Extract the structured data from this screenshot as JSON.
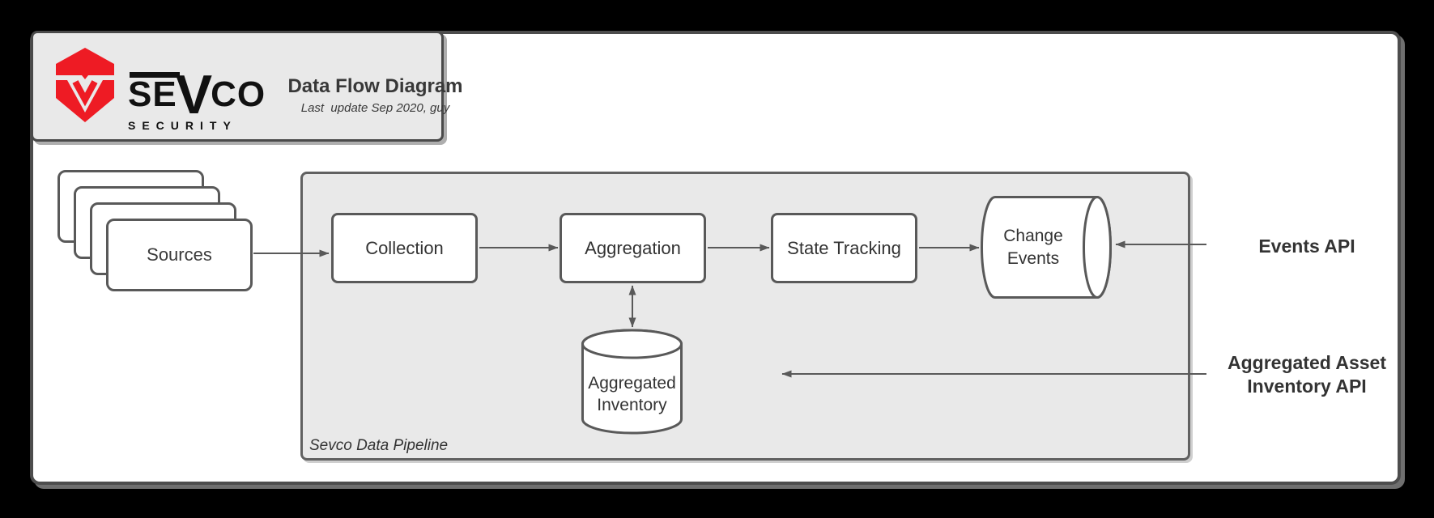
{
  "header": {
    "title": "Data Flow Diagram",
    "subtitle": "Last  update Sep 2020, guy",
    "logo": {
      "icon": "sevco-shield-icon",
      "word_se": "SE",
      "word_v": "V",
      "word_co": "CO",
      "tagline": "SECURITY"
    }
  },
  "diagram": {
    "sources_label": "Sources",
    "pipeline_label": "Sevco Data Pipeline",
    "nodes": {
      "collection": "Collection",
      "aggregation": "Aggregation",
      "state_tracking": "State Tracking",
      "change_events": "Change Events",
      "aggregated_inventory": "Aggregated Inventory"
    },
    "api_labels": {
      "events": "Events API",
      "inventory": "Aggregated Asset Inventory API"
    },
    "arrows": [
      "sources-to-collection",
      "collection-to-aggregation",
      "aggregation-to-state-tracking",
      "state-tracking-to-change-events",
      "events-api-to-change-events",
      "inventory-api-from-pipeline",
      "aggregation-to-aggregated-inventory-bidirectional"
    ],
    "colors": {
      "background": "#000000",
      "canvas_fill": "#ffffff",
      "canvas_border": "#4d4d4d",
      "container_fill": "#e9e9e9",
      "node_border": "#595959",
      "arrow": "#595959",
      "text": "#333333",
      "logo_red": "#ee1b24"
    }
  }
}
